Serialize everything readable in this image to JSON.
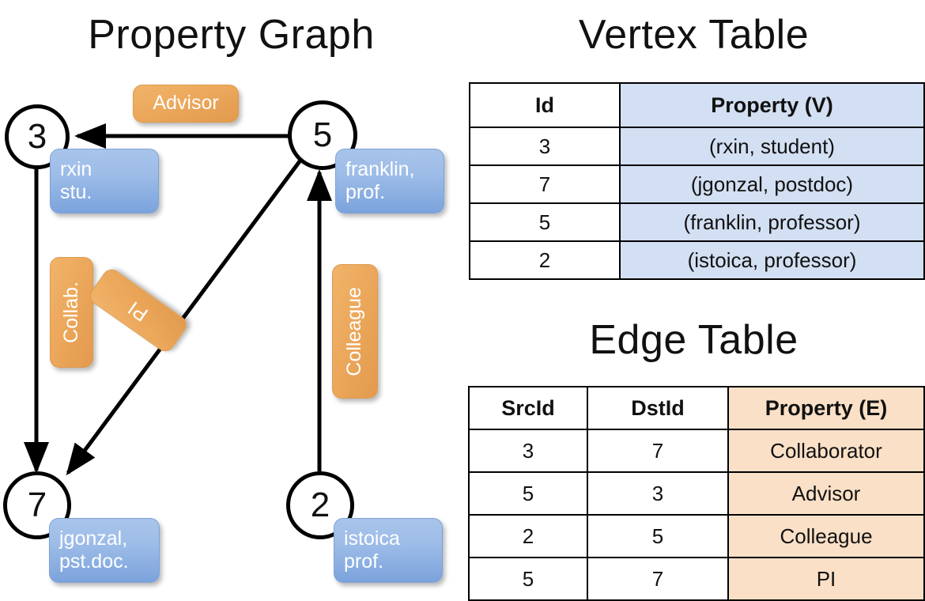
{
  "titles": {
    "property_graph": "Property Graph",
    "vertex_table": "Vertex Table",
    "edge_table": "Edge Table"
  },
  "graph": {
    "nodes": [
      {
        "id": "3",
        "property": "rxin\nstu.",
        "line1": "rxin",
        "line2": "stu."
      },
      {
        "id": "5",
        "property": "franklin, prof.",
        "line1": "franklin,",
        "line2": "prof."
      },
      {
        "id": "7",
        "property": "jgonzal, pst.doc.",
        "line1": "jgonzal,",
        "line2": "pst.doc."
      },
      {
        "id": "2",
        "property": "istoica prof.",
        "line1": "istoica",
        "line2": "prof."
      }
    ],
    "edge_labels": [
      {
        "name": "advisor-label",
        "text": "Advisor"
      },
      {
        "name": "collab-label",
        "text": "Collab."
      },
      {
        "name": "pi-label",
        "text": "PI"
      },
      {
        "name": "colleague-label",
        "text": "Colleague"
      }
    ]
  },
  "vertex_table": {
    "headers": [
      "Id",
      "Property (V)"
    ],
    "rows": [
      {
        "id": "3",
        "property": "(rxin, student)"
      },
      {
        "id": "7",
        "property": "(jgonzal, postdoc)"
      },
      {
        "id": "5",
        "property": "(franklin, professor)"
      },
      {
        "id": "2",
        "property": "(istoica, professor)"
      }
    ]
  },
  "edge_table": {
    "headers": [
      "SrcId",
      "DstId",
      "Property (E)"
    ],
    "rows": [
      {
        "src": "3",
        "dst": "7",
        "property": "Collaborator"
      },
      {
        "src": "5",
        "dst": "3",
        "property": "Advisor"
      },
      {
        "src": "2",
        "dst": "5",
        "property": "Colleague"
      },
      {
        "src": "5",
        "dst": "7",
        "property": "PI"
      }
    ]
  },
  "colors": {
    "vertex_cell": "#d3dff2",
    "edge_cell": "#fae0c6",
    "node_box_blue": "#9dbce8",
    "edge_box_orange": "#eca85c",
    "stroke": "#000000"
  }
}
